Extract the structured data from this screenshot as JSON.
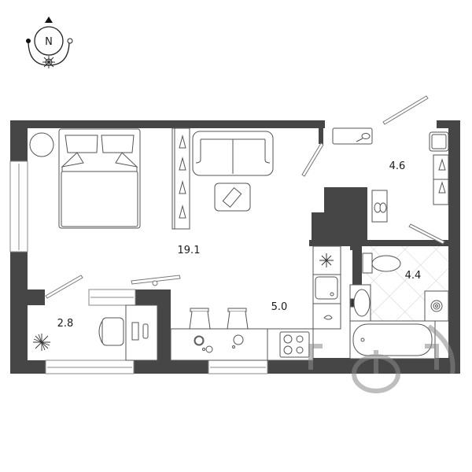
{
  "compass": {
    "letter": "N",
    "icon": "compass-north-icon"
  },
  "rooms": [
    {
      "id": "living-room",
      "area": "19.1"
    },
    {
      "id": "hallway",
      "area": "4.6"
    },
    {
      "id": "bathroom",
      "area": "4.4"
    },
    {
      "id": "kitchen",
      "area": "5.0"
    },
    {
      "id": "balcony-office",
      "area": "2.8"
    }
  ],
  "colors": {
    "wall": "#464646",
    "line": "#555555",
    "tile": "#c8c8c8",
    "watermark": "#8a8a8a"
  },
  "furniture": [
    "double-bed",
    "round-nightstand",
    "wardrobe-with-hangers",
    "sofa",
    "coffee-table",
    "shoe-cabinet",
    "mirror-shelf",
    "washing-machine",
    "hallway-wardrobe",
    "toilet",
    "washbasin",
    "bathtub",
    "water-heater",
    "refrigerator",
    "kitchen-sink",
    "counter",
    "bar-stools",
    "stovetop",
    "desk",
    "office-chair",
    "plant"
  ]
}
